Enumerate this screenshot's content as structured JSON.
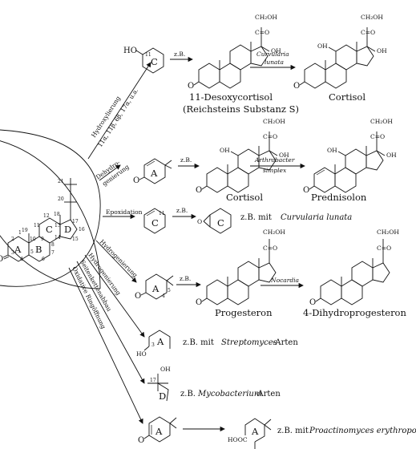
{
  "pathways": {
    "hydroxylation": {
      "label": "Hydroxylierung",
      "positions": "11α, 11β, 6β, 17α, u.a."
    },
    "dehydrogenation": {
      "label_line1": "Dehydro-",
      "label_line2": "genierung"
    },
    "epoxidation": {
      "label": "Epoxidation"
    },
    "hydrogenation_1": {
      "label": "Hydrogenierung"
    },
    "hydrogenation_2": {
      "label": "Hydrogenierung"
    },
    "side_chain": {
      "label": "Seitenkettenabbau"
    },
    "ring_opening": {
      "label": "Oxidative Ringöffnung"
    }
  },
  "compounds": {
    "desoxycortisol": "11-Desoxycortisol",
    "desoxycortisol_sub": "(Reichsteins Substanz S)",
    "cortisol_1": "Cortisol",
    "cortisol_2": "Cortisol",
    "prednisolon": "Prednisolon",
    "progesteron": "Progesteron",
    "dihydroprogesteron": "4-Dihydroprogesteron"
  },
  "organisms": {
    "curvularia_1": "Curvularia",
    "curvularia_2": "lunata",
    "arthrobacter_1": "Arthrobacter",
    "arthrobacter_2": "simplex",
    "nocardia": "Nocardia",
    "zb": "z.B.",
    "curvularia_full_prefix": "z.B. mit",
    "curvularia_full": "Curvularia lunata",
    "streptomyces_prefix": "z.B. mit",
    "streptomyces": "Streptomyces",
    "streptomyces_suffix": "-Arten",
    "mycobacterium_prefix": "z.B.",
    "mycobacterium": "Mycobacterium",
    "mycobacterium_suffix": "-Arten",
    "proactinomyces_prefix": "z.B. mit",
    "proactinomyces": "Proactinomyces erythropolis"
  },
  "groups": {
    "ch2oh": "CH₂OH",
    "co": "C=O",
    "oh": "OH",
    "o": "O",
    "ho": "HO",
    "hoooc": "HOOC"
  },
  "rings": {
    "a": "A",
    "b": "B",
    "c": "C",
    "d": "D"
  },
  "atoms": {
    "n1": "1",
    "n2": "2",
    "n3": "3",
    "n4": "4",
    "n5": "5",
    "n6": "6",
    "n7": "7",
    "n8": "8",
    "n9": "9",
    "n10": "10",
    "n11": "11",
    "n12": "12",
    "n13": "13",
    "n14": "14",
    "n15": "15",
    "n16": "16",
    "n17": "17",
    "n18": "18",
    "n19": "19",
    "n20": "20",
    "n21": "21"
  }
}
